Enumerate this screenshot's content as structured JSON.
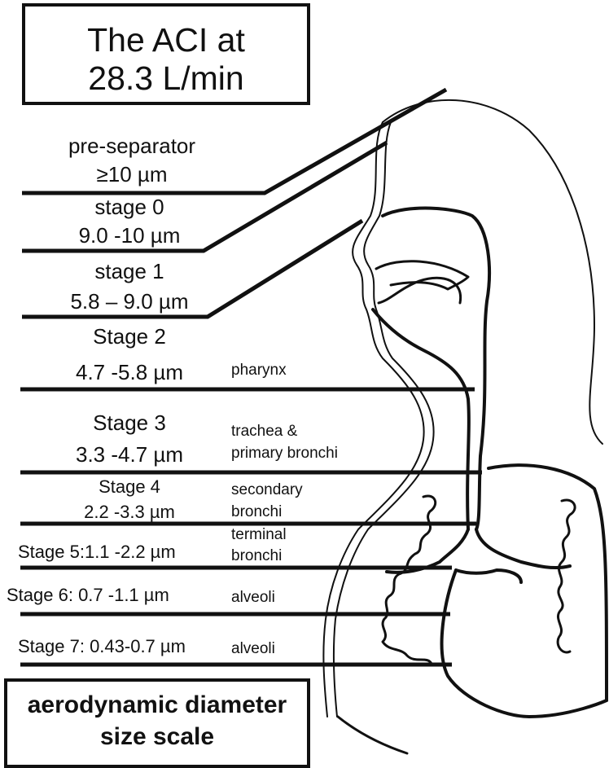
{
  "title": {
    "line1": "The ACI at",
    "line2": "28.3 L/min"
  },
  "stages": [
    {
      "name": "pre-separator",
      "range": "≥10 µm"
    },
    {
      "name": "stage 0",
      "range": "9.0 -10 µm"
    },
    {
      "name": "stage 1",
      "range": "5.8 – 9.0 µm"
    },
    {
      "name": "Stage 2",
      "range": "4.7 -5.8 µm"
    },
    {
      "name": "Stage 3",
      "range": "3.3 -4.7 µm"
    },
    {
      "name": "Stage 4",
      "range": "2.2 -3.3 µm"
    },
    {
      "label": "Stage 5:1.1 -2.2 µm"
    },
    {
      "label": "Stage 6: 0.7 -1.1 µm"
    },
    {
      "label": "Stage 7: 0.43-0.7 µm"
    }
  ],
  "anatomy": {
    "pharynx": "pharynx",
    "trachea_1": "trachea &",
    "trachea_2": "primary bronchi",
    "secondary_1": "secondary",
    "secondary_2": "bronchi",
    "terminal_1": "terminal",
    "terminal_2": "bronchi",
    "alveoli_6": "alveoli",
    "alveoli_7": "alveoli"
  },
  "scale_box": {
    "line1": "aerodynamic diameter",
    "line2": "size scale"
  }
}
